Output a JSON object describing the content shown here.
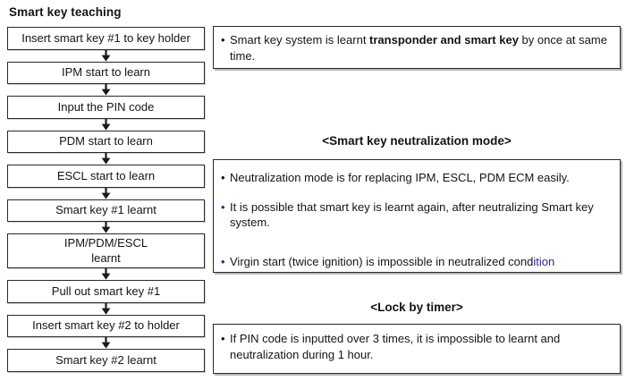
{
  "title": "Smart key teaching",
  "bullet": "•",
  "colors": {
    "border": "#2a2a2a",
    "text": "#141414",
    "navy_accent": "#2a2a99"
  },
  "flow": {
    "steps": [
      {
        "label": "Insert smart key #1 to key holder"
      },
      {
        "label": "IPM start to learn"
      },
      {
        "label": "Input the PIN code"
      },
      {
        "label": "PDM start to learn"
      },
      {
        "label": "ESCL start to learn"
      },
      {
        "label": "Smart key #1 learnt"
      },
      {
        "label": "IPM/PDM/ESCL\nlearnt"
      },
      {
        "label": "Pull out smart key #1"
      },
      {
        "label": "Insert smart key #2 to holder"
      },
      {
        "label": "Smart key #2 learnt"
      }
    ]
  },
  "notes": {
    "smart_key_note": {
      "prefix": "Smart key system is learnt ",
      "bold": "transponder and smart key",
      "suffix": " by once at same  time."
    },
    "neutralization": {
      "heading": "<Smart key neutralization mode>",
      "item1": "Neutralization mode is for replacing IPM, ESCL, PDM ECM easily.",
      "item2": "It is possible that smart key is learnt again, after neutralizing Smart key system.",
      "item3_black": "Virgin start (twice ignition) is impossible in neutralized cond",
      "item3_navy": "ition"
    },
    "lock_by_timer": {
      "heading": "<Lock by timer>",
      "item1": "If PIN code is inputted over 3 times, it is impossible to learnt and neutralization during 1 hour."
    }
  }
}
